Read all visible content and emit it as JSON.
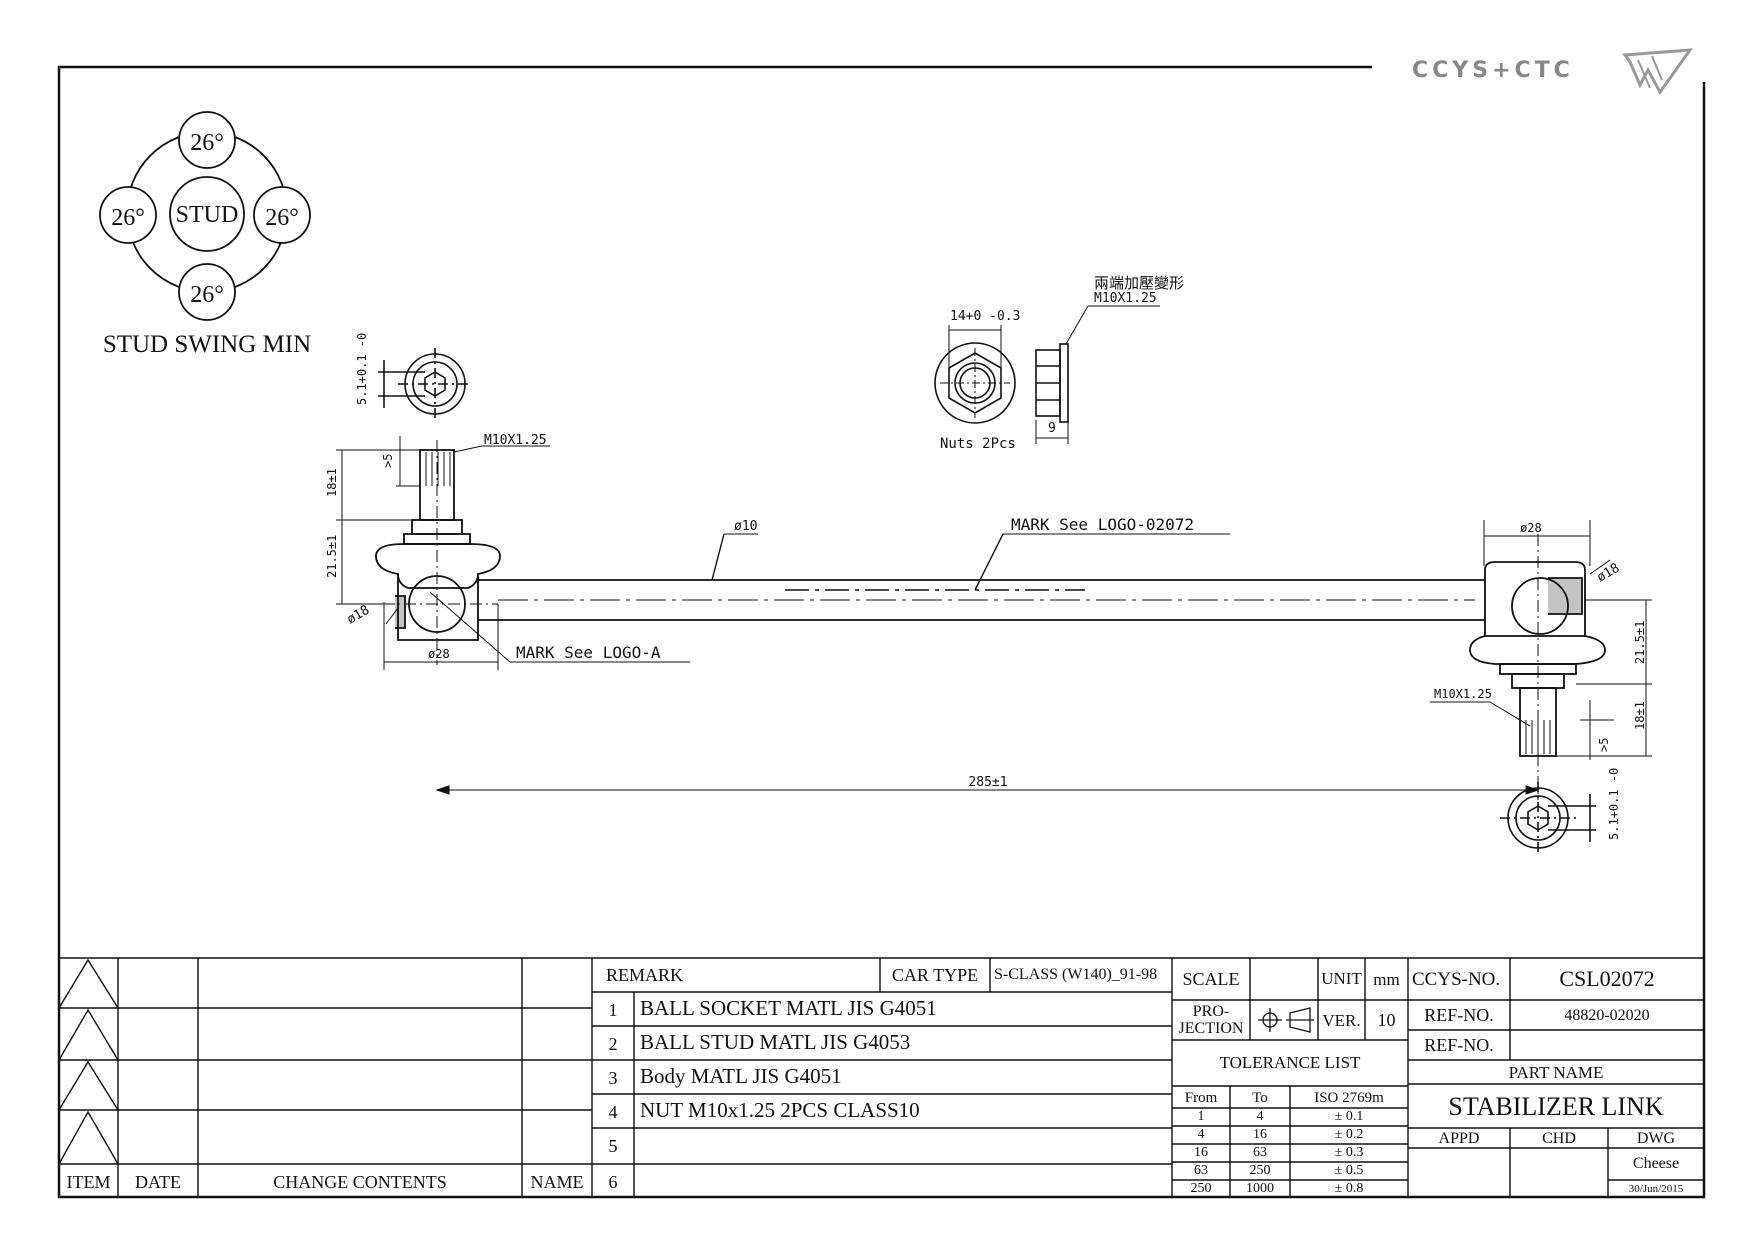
{
  "brand": {
    "logo_text": "CCYS+CTC"
  },
  "swing": {
    "title": "STUD SWING MIN",
    "center": "STUD",
    "angles": [
      "26°",
      "26°",
      "26°",
      "26°"
    ]
  },
  "dims": {
    "hex_top": "5.1+0.1 -0",
    "stud_len": "18±1",
    "thread_left": "M10X1.25",
    "gt5": ">5",
    "socket_h": "21.5±1",
    "dia18_left": "ø18",
    "dia28_left": "ø28",
    "mark_logo_a": "MARK See LOGO-A",
    "rod_dia": "ø10",
    "mark_logo": "MARK See LOGO-02072",
    "length": "285±1",
    "dia28_right": "ø28",
    "dia18_right": "ø18",
    "socket_h_right": "21.5±1",
    "thread_right": "M10X1.25",
    "stud_len_right": "18±1",
    "gt5_right": ">5",
    "hex_bottom": "5.1+0.1 -0",
    "nut_width": "14+0 -0.3",
    "nut_note": "Nuts 2Pcs",
    "nut_thickness": "9",
    "nut_thread": "M10X1.25",
    "nut_cn_note": "兩端加壓變形"
  },
  "revision": {
    "headers": [
      "ITEM",
      "DATE",
      "CHANGE CONTENTS",
      "NAME"
    ]
  },
  "remark": {
    "label": "REMARK",
    "car_type_label": "CAR TYPE",
    "car_type": "S-CLASS (W140)_91-98",
    "items": [
      {
        "no": "1",
        "text": "BALL SOCKET MATL JIS G4051"
      },
      {
        "no": "2",
        "text": "BALL STUD MATL JIS G4053"
      },
      {
        "no": "3",
        "text": "Body MATL JIS G4051"
      },
      {
        "no": "4",
        "text": "NUT M10x1.25 2PCS CLASS10"
      },
      {
        "no": "5",
        "text": ""
      },
      {
        "no": "6",
        "text": ""
      }
    ]
  },
  "spec": {
    "scale_label": "SCALE",
    "unit_label": "UNIT",
    "unit": "mm",
    "projection_label_1": "PRO-",
    "projection_label_2": "JECTION",
    "ver_label": "VER.",
    "ver": "10",
    "tolerance_title": "TOLERANCE LIST",
    "tol_headers": [
      "From",
      "To",
      "ISO 2769m"
    ],
    "tolerances": [
      {
        "from": "1",
        "to": "4",
        "tol": "± 0.1"
      },
      {
        "from": "4",
        "to": "16",
        "tol": "± 0.2"
      },
      {
        "from": "16",
        "to": "63",
        "tol": "± 0.3"
      },
      {
        "from": "63",
        "to": "250",
        "tol": "± 0.5"
      },
      {
        "from": "250",
        "to": "1000",
        "tol": "± 0.8"
      }
    ]
  },
  "part": {
    "ccys_label": "CCYS-NO.",
    "ccys_no": "CSL02072",
    "ref_label_1": "REF-NO.",
    "ref_no_1": "48820-02020",
    "ref_label_2": "REF-NO.",
    "ref_no_2": "",
    "part_name_label": "PART NAME",
    "part_name": "STABILIZER LINK",
    "appd_label": "APPD",
    "chd_label": "CHD",
    "dwg_label": "DWG",
    "dwg_by": "Cheese",
    "date": "30/Jun/2015"
  }
}
